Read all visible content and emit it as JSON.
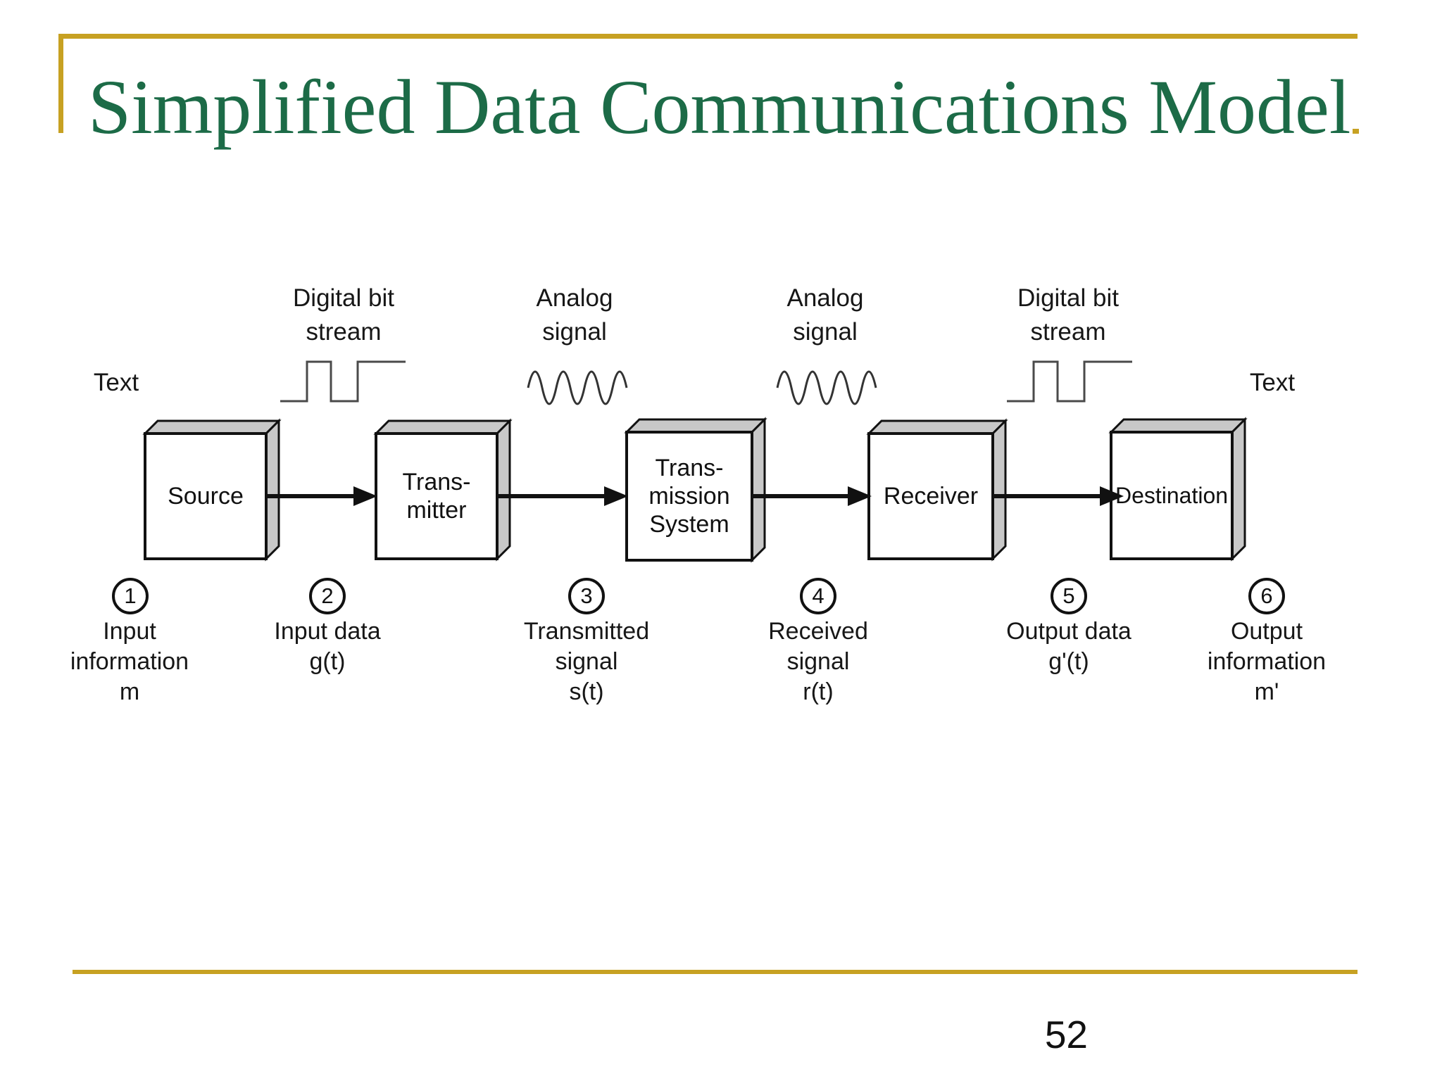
{
  "slide": {
    "title": "Simplified Data Communications Model",
    "page_number": "52",
    "colors": {
      "title_green": "#1c6b47",
      "accent_gold": "#c7a122",
      "box_side_gray": "#c8c8c8",
      "line_black": "#111111"
    }
  },
  "diagram": {
    "top_labels": {
      "text_left": "Text",
      "digital_left": "Digital bit\nstream",
      "analog_left": "Analog\nsignal",
      "analog_right": "Analog\nsignal",
      "digital_right": "Digital bit\nstream",
      "text_right": "Text"
    },
    "boxes": [
      {
        "label": "Source"
      },
      {
        "label": "Trans-\nmitter"
      },
      {
        "label": "Trans-\nmission\nSystem"
      },
      {
        "label": "Receiver"
      },
      {
        "label": "Destination"
      }
    ],
    "steps": [
      {
        "num": "1",
        "label": "Input\ninformation\nm"
      },
      {
        "num": "2",
        "label": "Input data\ng(t)"
      },
      {
        "num": "3",
        "label": "Transmitted\nsignal\ns(t)"
      },
      {
        "num": "4",
        "label": "Received\nsignal\nr(t)"
      },
      {
        "num": "5",
        "label": "Output data\ng'(t)"
      },
      {
        "num": "6",
        "label": "Output\ninformation\nm'"
      }
    ]
  }
}
